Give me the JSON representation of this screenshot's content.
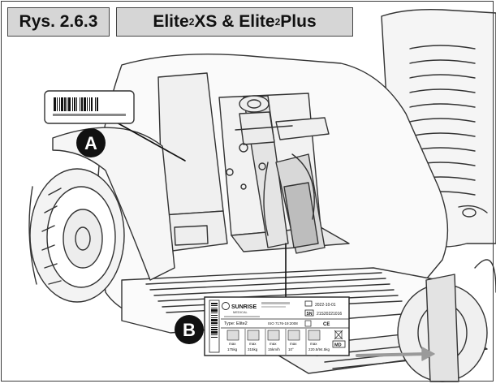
{
  "figure": {
    "ref": "Rys. 2.6.3",
    "title_parts": [
      "Elite",
      "2",
      " XS & Elite",
      "2",
      " Plus"
    ]
  },
  "callouts": [
    {
      "letter": "A"
    },
    {
      "letter": "B"
    }
  ],
  "label": {
    "brand": "SUNRISE",
    "brand_sub": "MEDICAL",
    "date": "2022-10-01",
    "type_text": "Type: Elite2",
    "standard": "ISO 7176-19:2008",
    "sn_tag": "SN",
    "sn_value": "21S20221016",
    "cols": [
      {
        "label": "max",
        "value": "175kg"
      },
      {
        "label": "max",
        "value": "315kg"
      },
      {
        "label": "max",
        "value": "15km/h"
      },
      {
        "label": "max",
        "value": "10°"
      },
      {
        "label": "max",
        "value": "220.5/94.5kg"
      }
    ],
    "md_tag": "MD",
    "ce_tag": "CE"
  }
}
